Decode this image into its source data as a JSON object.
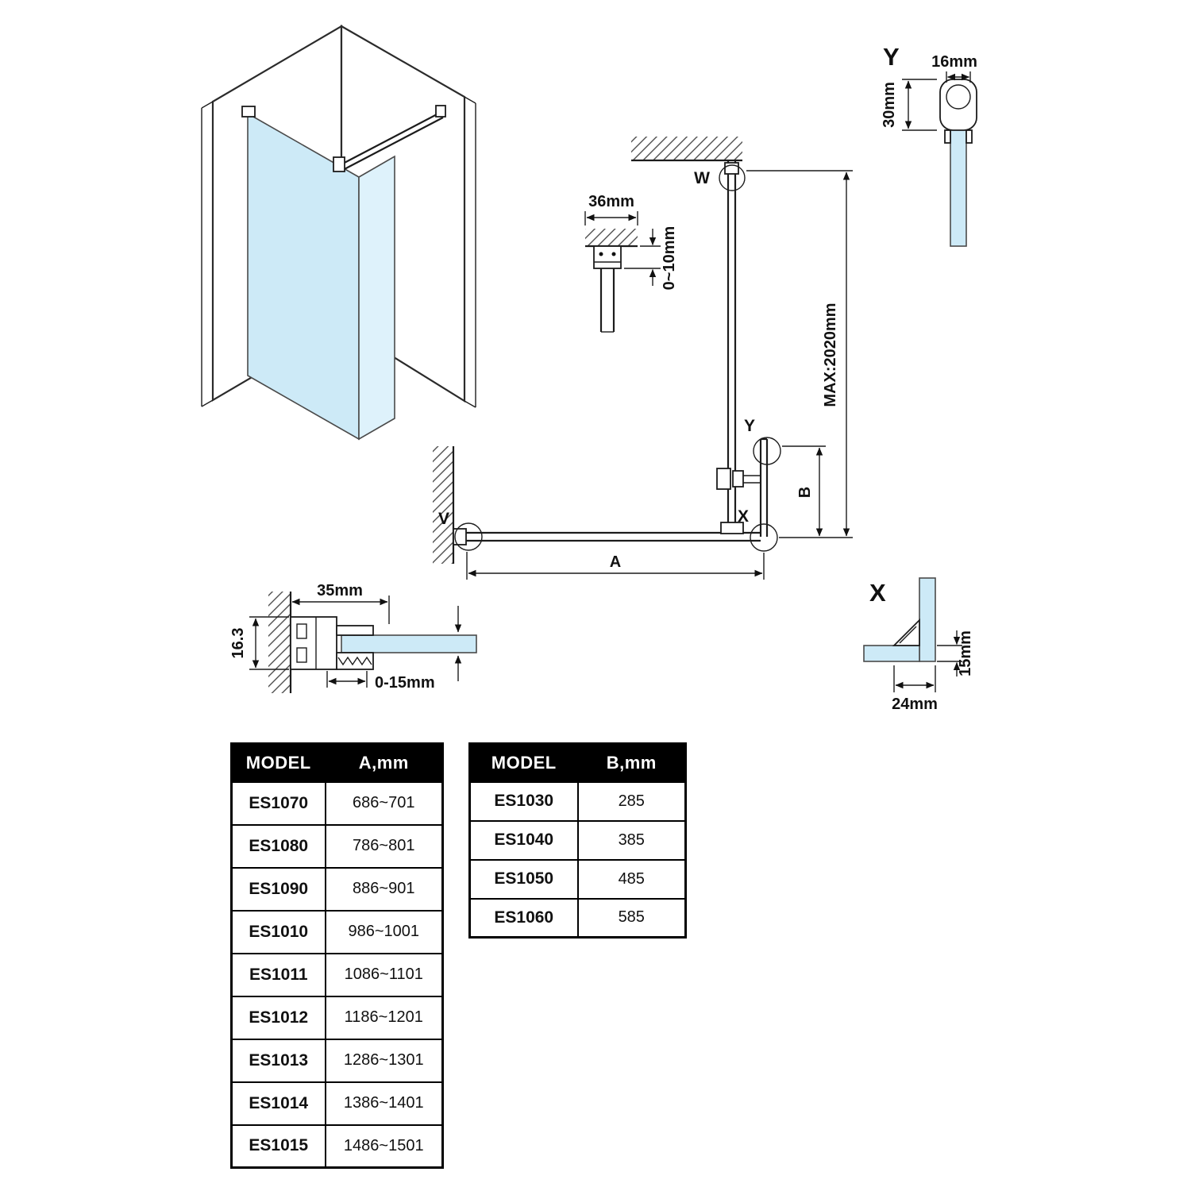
{
  "diagram": {
    "front": {
      "marker_w": "W",
      "marker_v": "V",
      "marker_x": "X",
      "marker_y": "Y",
      "dim_a": "A",
      "dim_b": "B",
      "dim_36": "36mm",
      "dim_0_10": "0~10mm",
      "dim_max_height": "MAX:2020mm"
    },
    "detail_y": {
      "title": "Y",
      "dim_16": "16mm",
      "dim_30": "30mm"
    },
    "detail_x": {
      "title": "X",
      "dim_15": "15mm",
      "dim_24": "24mm"
    },
    "wall_profile": {
      "dim_16_3": "16.3",
      "dim_35": "35mm",
      "dim_0_15": "0-15mm"
    }
  },
  "tables": {
    "model_a": {
      "headers": [
        "MODEL",
        "A,mm"
      ],
      "rows": [
        [
          "ES1070",
          "686~701"
        ],
        [
          "ES1080",
          "786~801"
        ],
        [
          "ES1090",
          "886~901"
        ],
        [
          "ES1010",
          "986~1001"
        ],
        [
          "ES1011",
          "1086~1101"
        ],
        [
          "ES1012",
          "1186~1201"
        ],
        [
          "ES1013",
          "1286~1301"
        ],
        [
          "ES1014",
          "1386~1401"
        ],
        [
          "ES1015",
          "1486~1501"
        ]
      ]
    },
    "model_b": {
      "headers": [
        "MODEL",
        "B,mm"
      ],
      "rows": [
        [
          "ES1030",
          "285"
        ],
        [
          "ES1040",
          "385"
        ],
        [
          "ES1050",
          "485"
        ],
        [
          "ES1060",
          "585"
        ]
      ]
    }
  },
  "colors": {
    "glass": "#cdeaf7",
    "line": "#1c1c1c",
    "table_header_bg": "#000000"
  }
}
